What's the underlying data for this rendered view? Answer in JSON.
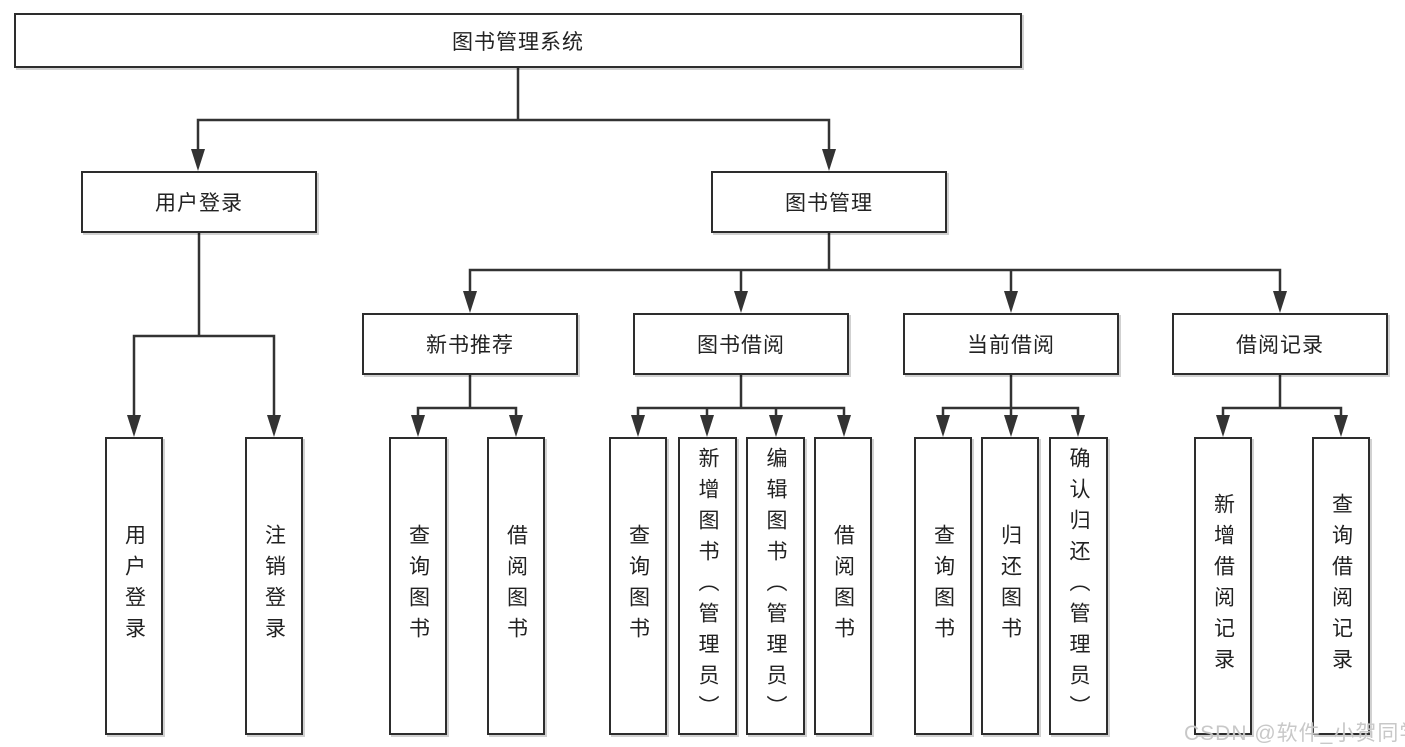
{
  "tree": {
    "label": "图书管理系统",
    "children": [
      {
        "label": "用户登录",
        "children": [
          {
            "label": "用户登录"
          },
          {
            "label": "注销登录"
          }
        ]
      },
      {
        "label": "图书管理",
        "children": [
          {
            "label": "新书推荐",
            "children": [
              {
                "label": "查询图书"
              },
              {
                "label": "借阅图书"
              }
            ]
          },
          {
            "label": "图书借阅",
            "children": [
              {
                "label": "查询图书"
              },
              {
                "label": "新增图书（管理员）"
              },
              {
                "label": "编辑图书（管理员）"
              },
              {
                "label": "借阅图书"
              }
            ]
          },
          {
            "label": "当前借阅",
            "children": [
              {
                "label": "查询图书"
              },
              {
                "label": "归还图书"
              },
              {
                "label": "确认归还（管理员）"
              }
            ]
          },
          {
            "label": "借阅记录",
            "children": [
              {
                "label": "新增借阅记录"
              },
              {
                "label": "查询借阅记录"
              }
            ]
          }
        ]
      }
    ]
  },
  "watermark": {
    "text": "CSDN @软件_小贺同学"
  },
  "colors": {
    "line": "#333333",
    "box_border": "#2d2d2d",
    "text": "#222222",
    "watermark": "#bebebe"
  }
}
